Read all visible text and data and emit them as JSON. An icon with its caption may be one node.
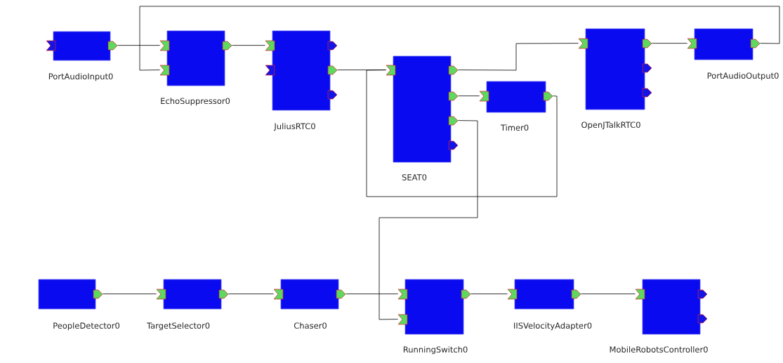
{
  "diagram": {
    "nodes": [
      {
        "text": [
          "PortAudioInput0"
        ]
      },
      {
        "text": [
          "EchoSuppressor0"
        ]
      },
      {
        "text": [
          "JuliusRTC0"
        ]
      },
      {
        "text": [
          "SEAT0"
        ]
      },
      {
        "text": [
          "Timer0"
        ]
      },
      {
        "text": [
          "OpenJTalkRTC0"
        ]
      },
      {
        "text": [
          "PortAudioOutput0"
        ]
      },
      {
        "text": [
          "PeopleDetector0"
        ]
      },
      {
        "text": [
          "TargetSelector0"
        ]
      },
      {
        "text": [
          "Chaser0"
        ]
      },
      {
        "text": [
          "RunningSwitch0"
        ]
      },
      {
        "text": [
          "IISVelocityAdapter0"
        ]
      },
      {
        "text": [
          "MobileRobotsController0"
        ]
      }
    ],
    "edges": [
      {
        "from": 0,
        "to": 1,
        "arrow": "none"
      },
      {
        "from": 6,
        "to": 1,
        "arrow": "none"
      },
      {
        "from": 1,
        "to": 2,
        "arrow": "none"
      },
      {
        "from": 2,
        "to": 3,
        "arrow": "none"
      },
      {
        "from": 4,
        "to": 3,
        "arrow": "none"
      },
      {
        "from": 3,
        "to": 5,
        "arrow": "none"
      },
      {
        "from": 3,
        "to": 4,
        "arrow": "none"
      },
      {
        "from": 3,
        "to": 10,
        "arrow": "none"
      },
      {
        "from": 5,
        "to": 6,
        "arrow": "none"
      },
      {
        "from": 7,
        "to": 8,
        "arrow": "none"
      },
      {
        "from": 8,
        "to": 9,
        "arrow": "none"
      },
      {
        "from": 9,
        "to": 10,
        "arrow": "none"
      },
      {
        "from": 10,
        "to": 11,
        "arrow": "none"
      },
      {
        "from": 11,
        "to": 12,
        "arrow": "none"
      }
    ]
  }
}
